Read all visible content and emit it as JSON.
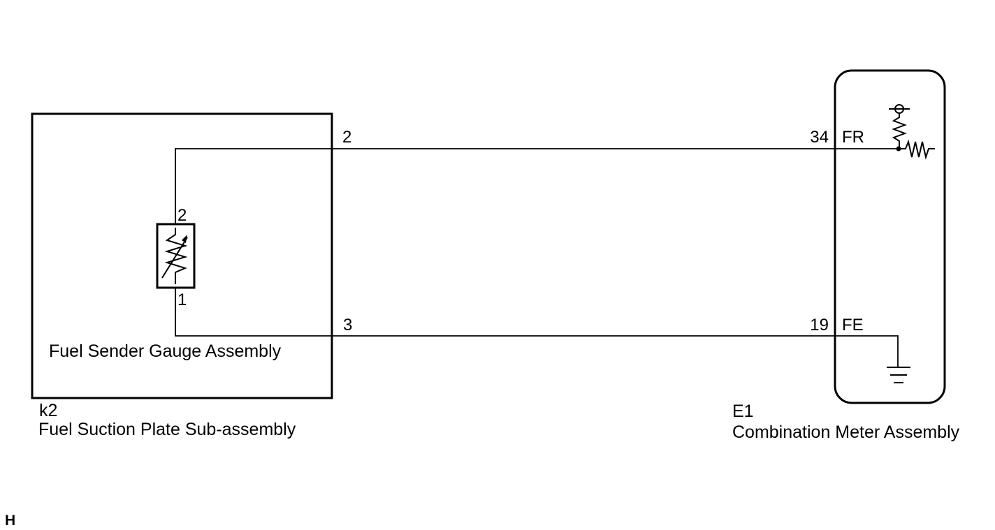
{
  "left_component": {
    "code": "k2",
    "name": "Fuel Suction Plate Sub-assembly",
    "connector_pin_top": "2",
    "connector_pin_bottom": "3",
    "inner": {
      "name": "Fuel Sender Gauge Assembly",
      "pin_top": "2",
      "pin_bottom": "1"
    }
  },
  "right_component": {
    "code": "E1",
    "name": "Combination Meter Assembly",
    "pin_top": "34",
    "terminal_top": "FR",
    "pin_bottom": "19",
    "terminal_bottom": "FE"
  },
  "corner_mark": "H"
}
